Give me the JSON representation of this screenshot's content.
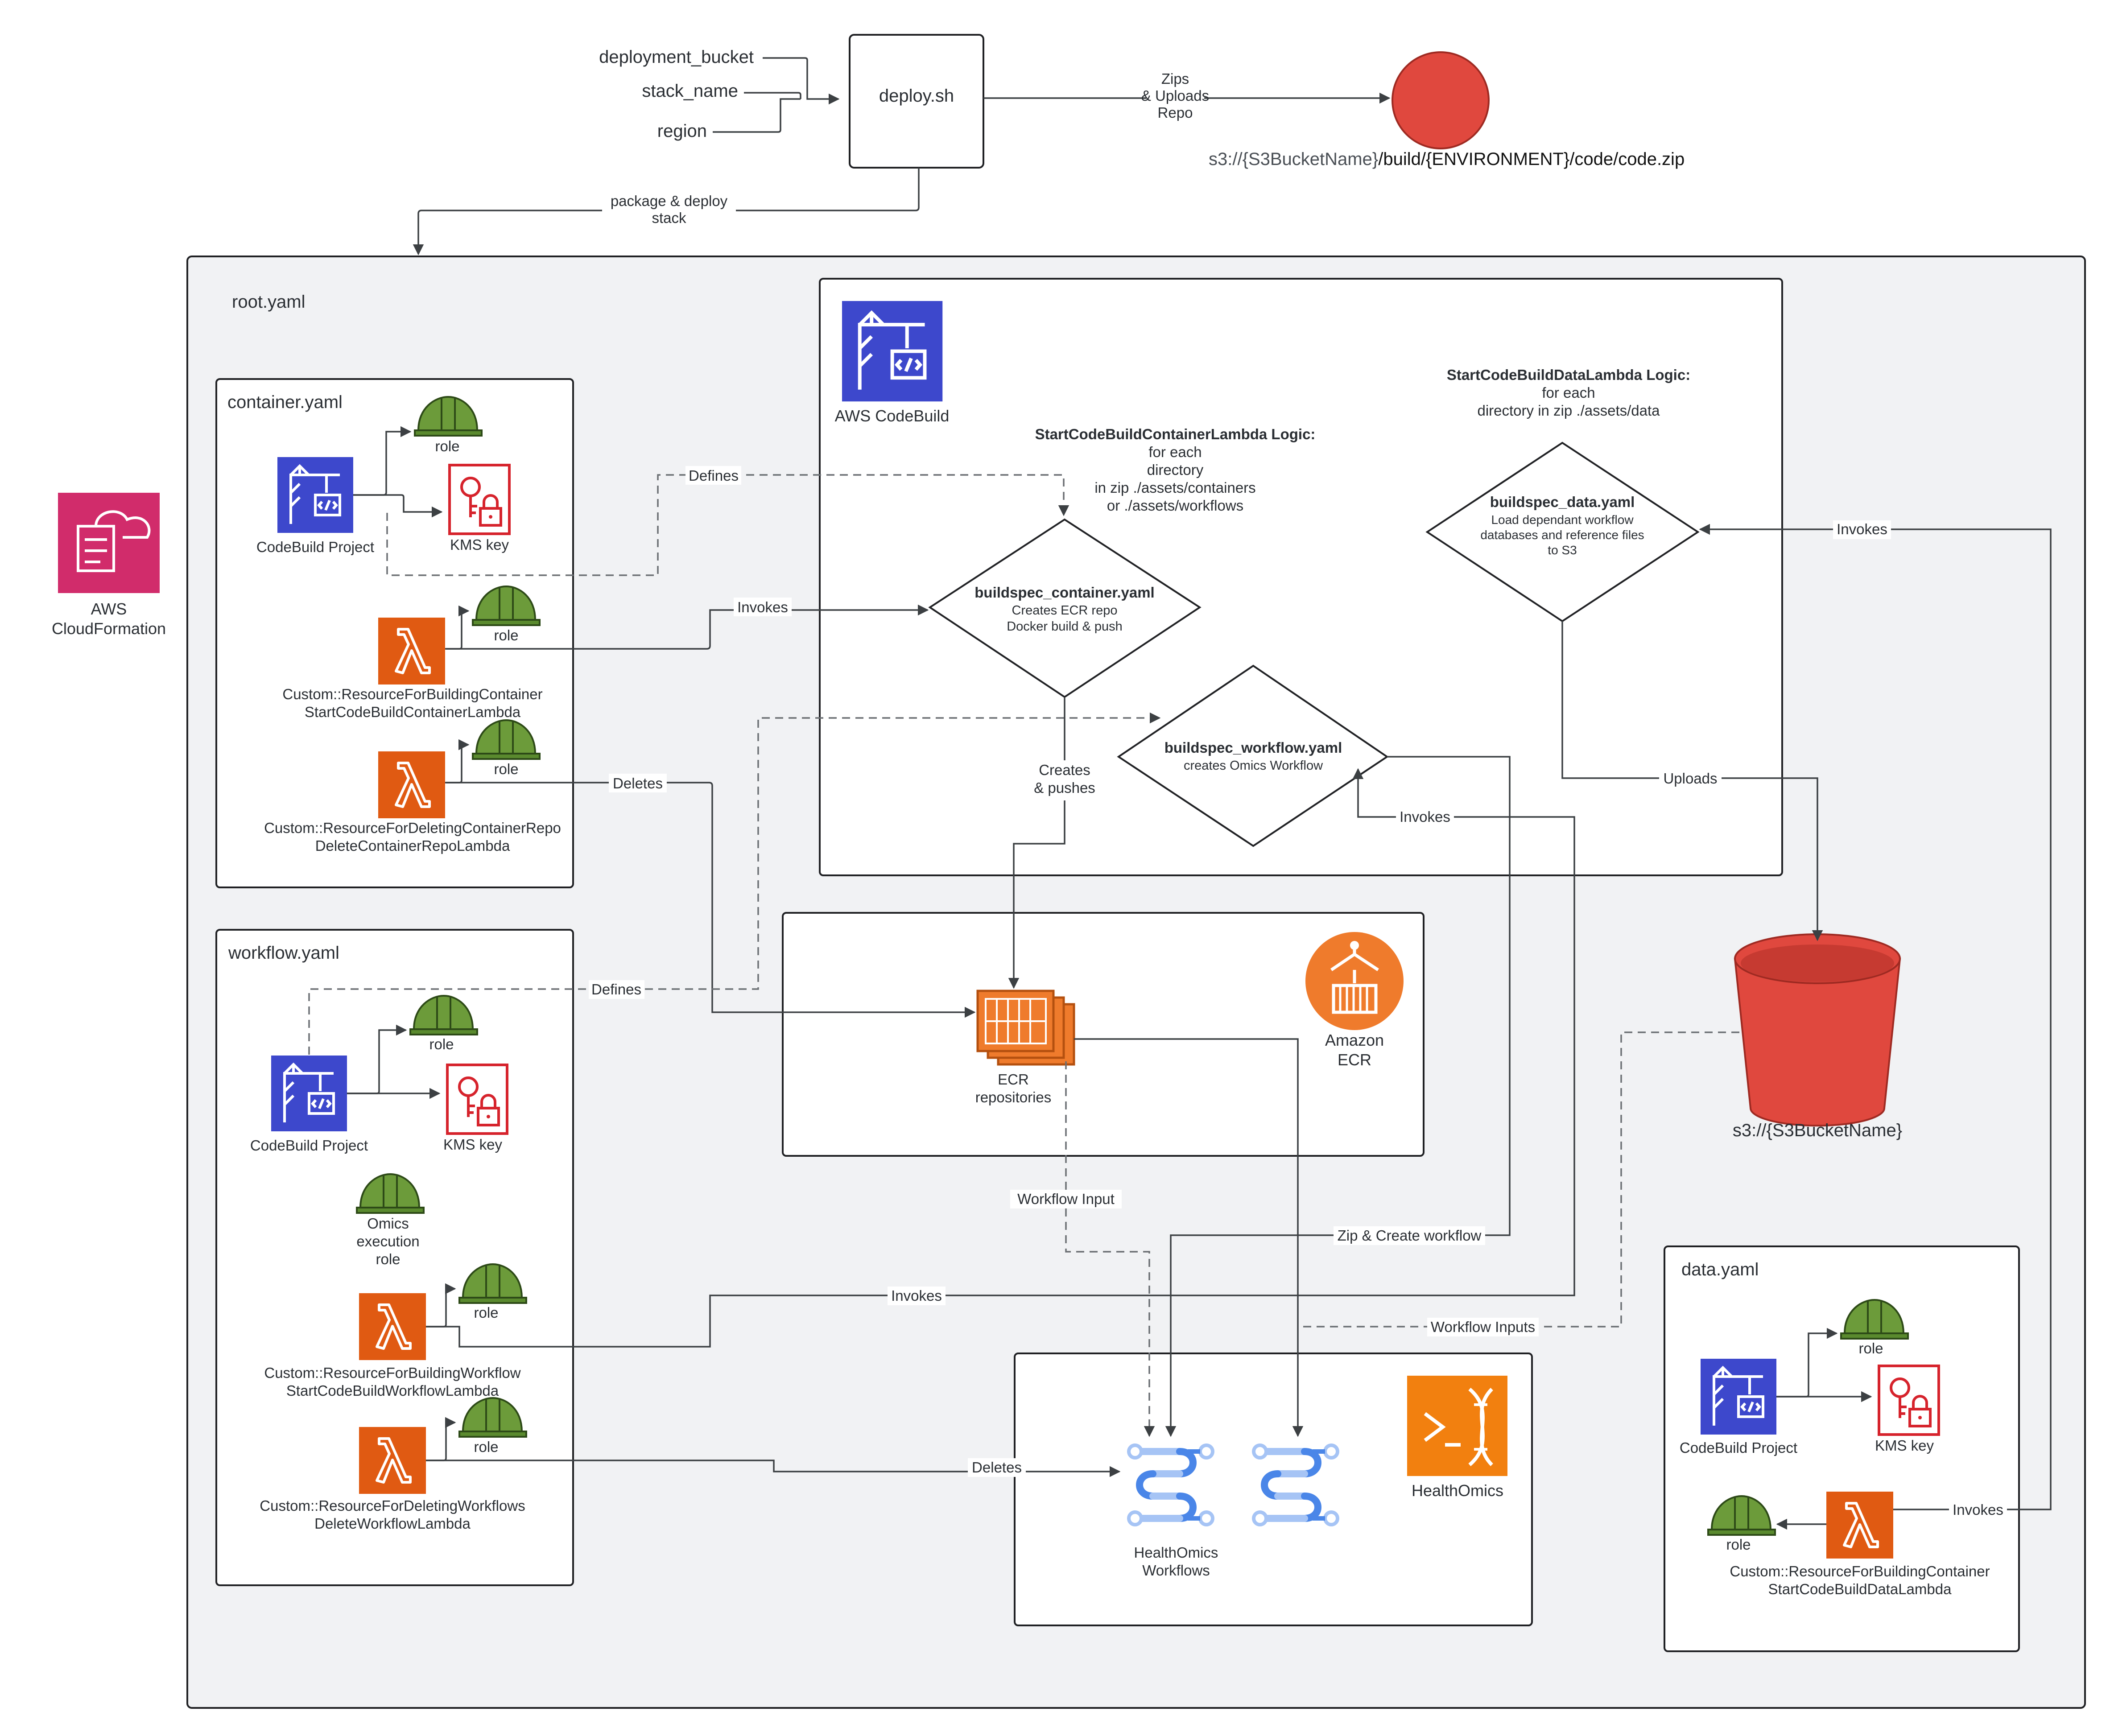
{
  "inputs": [
    "deployment_bucket",
    "stack_name",
    "region"
  ],
  "deploy_script": "deploy.sh",
  "deploy_edge_label": "Zips\n& Uploads\nRepo",
  "s3_code": {
    "prefix": "s3://{S3BucketName}",
    "suffix": "/build/{ENVIRONMENT}/code/code.zip"
  },
  "package_edge_label": "package & deploy\nstack",
  "root_title": "root.yaml",
  "cloudformation_label": "AWS\nCloudFormation",
  "container_stack": {
    "title": "container.yaml",
    "codebuild_label": "CodeBuild Project",
    "role_labels": [
      "role",
      "role",
      "role"
    ],
    "kms_label": "KMS key",
    "lambda_build_label": "Custom::ResourceForBuildingContainer\nStartCodeBuildContainerLambda",
    "lambda_delete_label": "Custom::ResourceForDeletingContainerRepo\nDeleteContainerRepoLambda"
  },
  "workflow_stack": {
    "title": "workflow.yaml",
    "codebuild_label": "CodeBuild Project",
    "role_labels": [
      "role",
      "role",
      "role"
    ],
    "kms_label": "KMS key",
    "omics_role_label": "Omics\nexecution\nrole",
    "lambda_build_label": "Custom::ResourceForBuildingWorkflow\nStartCodeBuildWorkflowLambda",
    "lambda_delete_label": "Custom::ResourceForDeletingWorkflows\nDeleteWorkflowLambda"
  },
  "data_stack": {
    "title": "data.yaml",
    "codebuild_label": "CodeBuild Project",
    "role_labels": [
      "role",
      "role"
    ],
    "kms_label": "KMS key",
    "lambda_label": "Custom::ResourceForBuildingContainer\nStartCodeBuildDataLambda"
  },
  "codebuild_panel": {
    "service_label": "AWS CodeBuild",
    "container_logic_title": "StartCodeBuildContainerLambda Logic:",
    "container_logic_body": "for each\ndirectory\nin zip ./assets/containers\nor ./assets/workflows",
    "data_logic_title": "StartCodeBuildDataLambda Logic:",
    "data_logic_body": "for each\ndirectory in zip ./assets/data",
    "buildspec_container": {
      "title": "buildspec_container.yaml",
      "body": "Creates ECR repo\nDocker build & push"
    },
    "buildspec_workflow": {
      "title": "buildspec_workflow.yaml",
      "body": "creates Omics Workflow"
    },
    "buildspec_data": {
      "title": "buildspec_data.yaml",
      "body": "Load dependant workflow\ndatabases and reference files\nto S3"
    }
  },
  "ecr_panel": {
    "service_label": "Amazon\nECR",
    "repos_label": "ECR\nrepositories"
  },
  "healthomics_panel": {
    "service_label": "HealthOmics",
    "workflows_label": "HealthOmics\nWorkflows"
  },
  "s3_bucket_label": "s3://{S3BucketName}",
  "edges": {
    "defines_container": "Defines",
    "defines_workflow": "Defines",
    "invokes_container": "Invokes",
    "invokes_workflow": "Invokes",
    "invokes_workflow_lower": "Invokes",
    "invokes_data": "Invokes",
    "invokes_data_lower": "Invokes",
    "deletes_container": "Deletes",
    "deletes_workflow": "Deletes",
    "creates_pushes": "Creates\n& pushes",
    "uploads": "Uploads",
    "workflow_input": "Workflow Input",
    "zip_create": "Zip & Create workflow",
    "workflow_inputs": "Workflow Inputs"
  },
  "colors": {
    "codebuild": "#3d48cc",
    "lambda": "#e05a12",
    "kms": "#d6232c",
    "helmet": "#6c9b3a",
    "cloudformation": "#d12c6b",
    "s3": "#e0483e",
    "ecr": "#ef7b2c",
    "healthomics": "#f2800f",
    "workflow_icon": "#4a86e8",
    "panel_bg": "#f1f2f4"
  },
  "icons": [
    "codebuild-icon",
    "lambda-icon",
    "kms-key-icon",
    "role-helmet-icon",
    "cloudformation-icon",
    "s3-bucket-icon",
    "ecr-icon",
    "healthomics-icon",
    "workflow-icon"
  ]
}
